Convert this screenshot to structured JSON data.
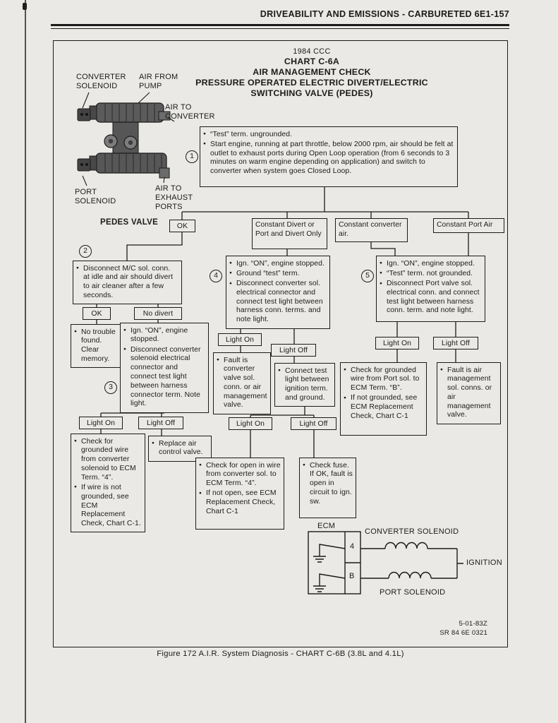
{
  "theme": {
    "ink": "#1b1b1b",
    "paper": "#ebe9e5"
  },
  "page": {
    "header": "DRIVEABILITY AND EMISSIONS - CARBURETED 6E1-157",
    "caption": "Figure 172 A.I.R. System Diagnosis - CHART C-6B (3.8L and 4.1L)",
    "codes": [
      "5-01-83Z",
      "SR 84 6E 0321"
    ]
  },
  "title": {
    "line1": "1984 CCC",
    "line2": "CHART C-6A",
    "line3": "AIR MANAGEMENT CHECK",
    "line4": "PRESSURE OPERATED ELECTRIC DIVERT/ELECTRIC",
    "line5": "SWITCHING VALVE (PEDES)"
  },
  "valve_labels": {
    "converter_solenoid": "CONVERTER\nSOLENOID",
    "air_from_pump": "AIR FROM\nPUMP",
    "air_to_converter": "AIR TO\nCONVERTER",
    "port_solenoid": "PORT\nSOLENOID",
    "air_to_exhaust": "AIR TO\nEXHAUST\nPORTS",
    "pedes_valve": "PEDES VALVE"
  },
  "steps": {
    "s1": "1",
    "s2": "2",
    "s3": "3",
    "s4": "4",
    "s5": "5"
  },
  "flow": {
    "step1_note": {
      "bullets": [
        "“Test” term. ungrounded.",
        "Start engine, running at part throttle, below 2000 rpm, air should be felt at outlet to exhaust ports during Open Loop operation (from 6 seconds to 3 minutes on warm engine depending on application) and switch to converter when system goes Closed Loop."
      ]
    },
    "ok_top": "OK",
    "constant_divert": "Constant Divert or Port and Divert Only",
    "constant_converter": "Constant converter air.",
    "constant_port": "Constant Port Air",
    "step2_action": {
      "bullets": [
        "Disconnect M/C sol. conn. at idle and air should divert to air cleaner after a few seconds."
      ]
    },
    "ok2": "OK",
    "no_divert": "No divert",
    "no_trouble": {
      "bullets": [
        "No trouble found. Clear memory."
      ]
    },
    "step3_action": {
      "bullets": [
        "Ign. “ON”, engine stopped.",
        "Disconnect converter solenoid electrical connector and connect test light between harness connector term. Note light."
      ]
    },
    "light_on_3": "Light On",
    "light_off_3": "Light Off",
    "light_on_3_result": {
      "bullets": [
        "Check for grounded wire from converter solenoid to ECM Term. “4”.",
        "If wire is not grounded, see ECM Replacement Check, Chart C-1."
      ]
    },
    "light_off_3_result": {
      "bullets": [
        "Replace air control valve."
      ]
    },
    "step4_action": {
      "bullets": [
        "Ign. “ON”, engine stopped.",
        "Ground “test” term.",
        "Disconnect converter sol. electrical connector and connect test light between harness conn. terms. and note light."
      ]
    },
    "light_on_4": "Light On",
    "light_off_4": "Light Off",
    "light_on_4_result": {
      "bullets": [
        "Fault is converter valve sol. conn. or air management valve."
      ]
    },
    "light_off_4_result": {
      "bullets": [
        "Connect test light between ignition term. and ground."
      ]
    },
    "light_on_4b": "Light On",
    "light_off_4b": "Light Off",
    "light_on_4b_result": {
      "bullets": [
        "Check for open in wire from converter sol. to ECM Term. “4”.",
        "If not open, see ECM Replacement Check, Chart C-1"
      ]
    },
    "light_off_4b_result": {
      "bullets": [
        "Check fuse. If OK, fault is open in circuit to ign. sw."
      ]
    },
    "step5_action": {
      "bullets": [
        "Ign. “ON”, engine stopped.",
        "“Test” term. not grounded.",
        "Disconnect Port valve sol. electrical conn. and connect test light between harness conn. term. and note light."
      ]
    },
    "light_on_5": "Light On",
    "light_off_5": "Light Off",
    "light_on_5_result": {
      "bullets": [
        "Check for grounded wire from Port sol. to ECM Term. “B”.",
        "If not grounded, see ECM Replacement Check, Chart C-1"
      ]
    },
    "light_off_5_result": {
      "bullets": [
        "Fault is air management sol. conns. or air management valve."
      ]
    }
  },
  "circuit": {
    "ecm": "ECM",
    "terminal_4": "4",
    "terminal_b": "B",
    "converter_solenoid": "CONVERTER SOLENOID",
    "ignition": "IGNITION",
    "port_solenoid": "PORT SOLENOID"
  }
}
